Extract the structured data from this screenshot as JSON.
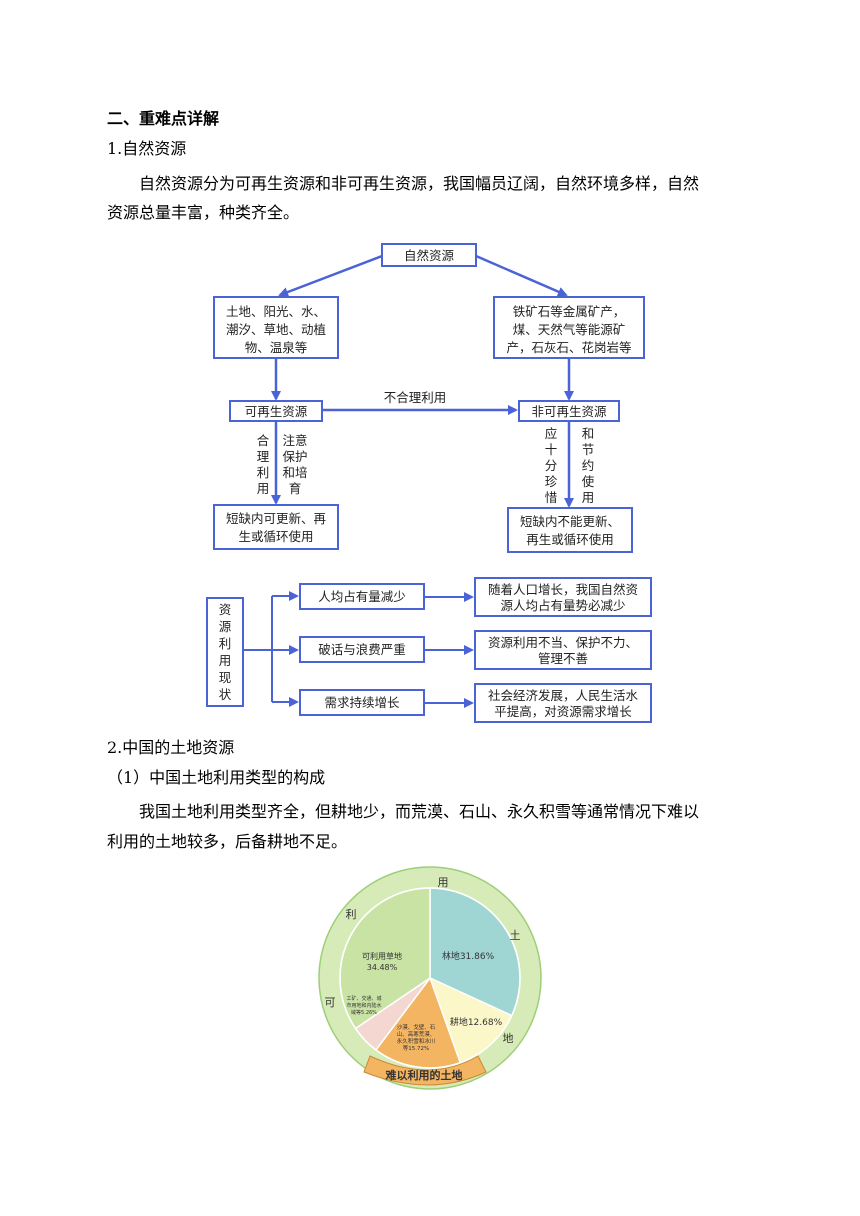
{
  "section_heading": "二、重难点详解",
  "sub1_title": "1.自然资源",
  "para1_line1": "自然资源分为可再生资源和非可再生资源，我国幅员辽阔，自然环境多样，自然",
  "para1_line2": "资源总量丰富，种类齐全。",
  "flow": {
    "top": "自然资源",
    "left_box": [
      "土地、阳光、水、",
      "潮汐、草地、动植",
      "物、温泉等"
    ],
    "right_box": [
      "铁矿石等金属矿产，",
      "煤、天然气等能源矿",
      "产，石灰石、花岗岩等"
    ],
    "renew": "可再生资源",
    "nonrenew": "非可再生资源",
    "arrow_mid": "不合理利用",
    "left_v1": [
      "合",
      "理",
      "利",
      "用"
    ],
    "left_v2": [
      "注意",
      "保护",
      "和培",
      "育"
    ],
    "right_v1": [
      "应",
      "十",
      "分",
      "珍",
      "惜"
    ],
    "right_v2": [
      "和",
      "节",
      "约",
      "使",
      "用"
    ],
    "left_result": [
      "短缺内可更新、再",
      "生或循环使用"
    ],
    "right_result": [
      "短缺内不能更新、",
      "再生或循环使用"
    ]
  },
  "status": {
    "label": [
      "资",
      "源",
      "利",
      "用",
      "现",
      "状"
    ],
    "items": [
      {
        "name": "人均占有量减少",
        "desc": [
          "随着人口增长，我国自然资",
          "源人均占有量势必减少"
        ]
      },
      {
        "name": "破话与浪费严重",
        "desc": [
          "资源利用不当、保护不力、",
          "管理不善"
        ]
      },
      {
        "name": "需求持续增长",
        "desc": [
          "社会经济发展，人民生活水",
          "平提高，对资源需求增长"
        ]
      }
    ]
  },
  "sub2_title": "2.中国的土地资源",
  "sub2_1_title": "（1）中国土地利用类型的构成",
  "para2_line1": "我国土地利用类型齐全，但耕地少，而荒漠、石山、永久积雪等通常情况下难以",
  "para2_line2": "利用的土地较多，后备耕地不足。",
  "chart_data": {
    "type": "pie",
    "slices": [
      {
        "label": "林地31.86%",
        "value": 31.86,
        "color": "#9fd6d4"
      },
      {
        "label": "耕地12.68%",
        "value": 12.68,
        "color": "#fbf7c9"
      },
      {
        "label": "沙漠、戈壁、石山、高寒荒漠、永久积雪和冰川等15.72%",
        "value": 15.72,
        "color": "#f4b562"
      },
      {
        "label": "工矿、交通、城市用地和内陆水域等5.26%",
        "value": 5.26,
        "color": "#f4d7d0"
      },
      {
        "label": "可利用草地34.48%",
        "value": 34.48,
        "color": "#c9e3a5"
      }
    ],
    "slice_text": {
      "forest": "林地31.86%",
      "farm": "耕地12.68%",
      "grass": [
        "可利用草地",
        "34.48%"
      ],
      "industry": [
        "工矿、交通、城",
        "市用地和内陆水",
        "域等5.26%"
      ],
      "desert": [
        "沙漠、戈壁、石",
        "山、高寒荒漠、",
        "永久积雪和冰川",
        "等15.72%"
      ]
    },
    "ring_chars": [
      "利",
      "用",
      "土",
      "地"
    ],
    "ring_left_char": "可",
    "bottom_label": "难以利用的土地"
  }
}
